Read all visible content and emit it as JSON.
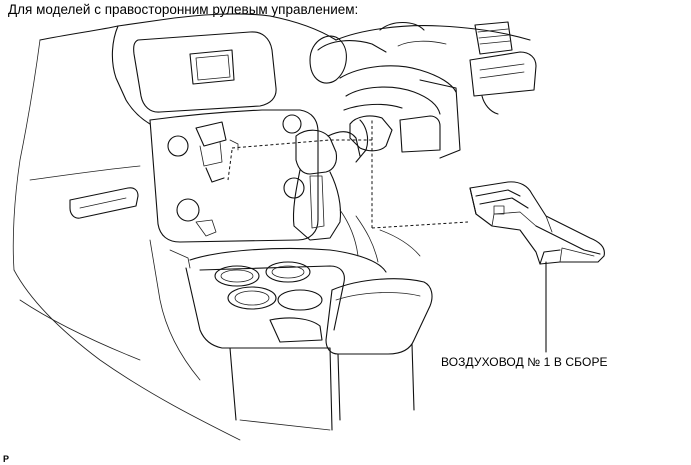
{
  "page": {
    "heading": "Для моделей с правосторонним рулевым управлением:",
    "callout_label": "ВОЗДУХОВОД № 1 В СБОРЕ",
    "figure_code": "P"
  }
}
